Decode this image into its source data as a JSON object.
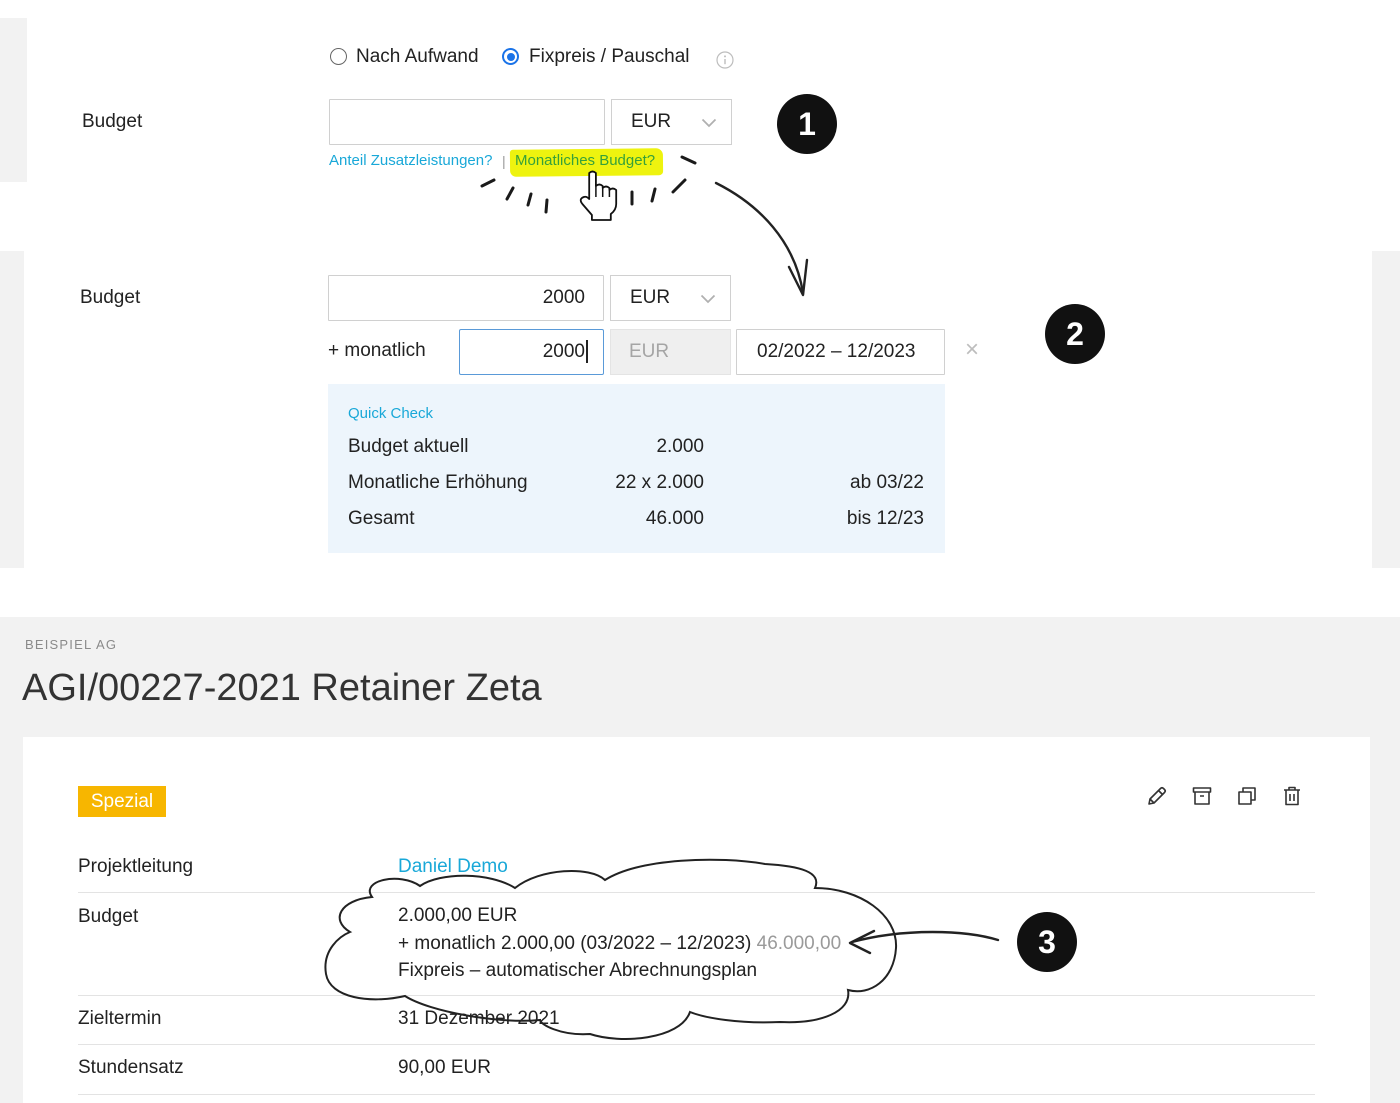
{
  "colors": {
    "cyan": "#19a8d8",
    "radio": "#1a73e8",
    "focus": "#5a9ad8",
    "highlight": "#eef30f",
    "highlight-text": "#36a13a",
    "badge": "#f7b600",
    "quick-check-bg": "#edf5fc",
    "panel-gray": "#f2f2f2",
    "marker": "#111111"
  },
  "step1": {
    "billing_options": [
      {
        "label": "Nach Aufwand",
        "selected": false
      },
      {
        "label": "Fixpreis / Pauschal",
        "selected": true
      }
    ],
    "info_icon": "info-icon",
    "budget_label": "Budget",
    "budget_value": "",
    "currency": "EUR",
    "links": {
      "extra_services": "Anteil Zusatzleistungen?",
      "separator": "|",
      "monthly_budget": "Monatliches Budget?"
    },
    "marker": "1"
  },
  "step2": {
    "budget_label": "Budget",
    "budget_value": "2000",
    "currency": "EUR",
    "monthly_label": "+ monatlich",
    "monthly_value": "2000",
    "monthly_currency": "EUR",
    "date_range": "02/2022 – 12/2023",
    "clear_glyph": "×",
    "marker": "2",
    "quick_check": {
      "title": "Quick Check",
      "rows": [
        {
          "label": "Budget aktuell",
          "value": "2.000",
          "note": ""
        },
        {
          "label": "Monatliche Erhöhung",
          "value": "22 x 2.000",
          "note": "ab 03/22"
        },
        {
          "label": "Gesamt",
          "value": "46.000",
          "note": "bis 12/23"
        }
      ]
    }
  },
  "project": {
    "client": "BEISPIEL AG",
    "title": "AGI/00227-2021 Retainer Zeta",
    "badge": "Spezial",
    "actions": [
      "pencil-icon",
      "archive-icon",
      "copy-icon",
      "trash-icon"
    ],
    "details": {
      "lead": {
        "label": "Projektleitung",
        "value": "Daniel Demo"
      },
      "budget": {
        "label": "Budget",
        "amount": "2.000,00 EUR",
        "monthly": "+ monatlich 2.000,00 (03/2022 – 12/2023)",
        "monthly_total": "46.000,00",
        "billing": "Fixpreis – automatischer Abrechnungsplan"
      },
      "due_date": {
        "label": "Zieltermin",
        "value": "31 Dezember 2021"
      },
      "hourly_rate": {
        "label": "Stundensatz",
        "value": "90,00 EUR"
      }
    },
    "marker": "3"
  }
}
